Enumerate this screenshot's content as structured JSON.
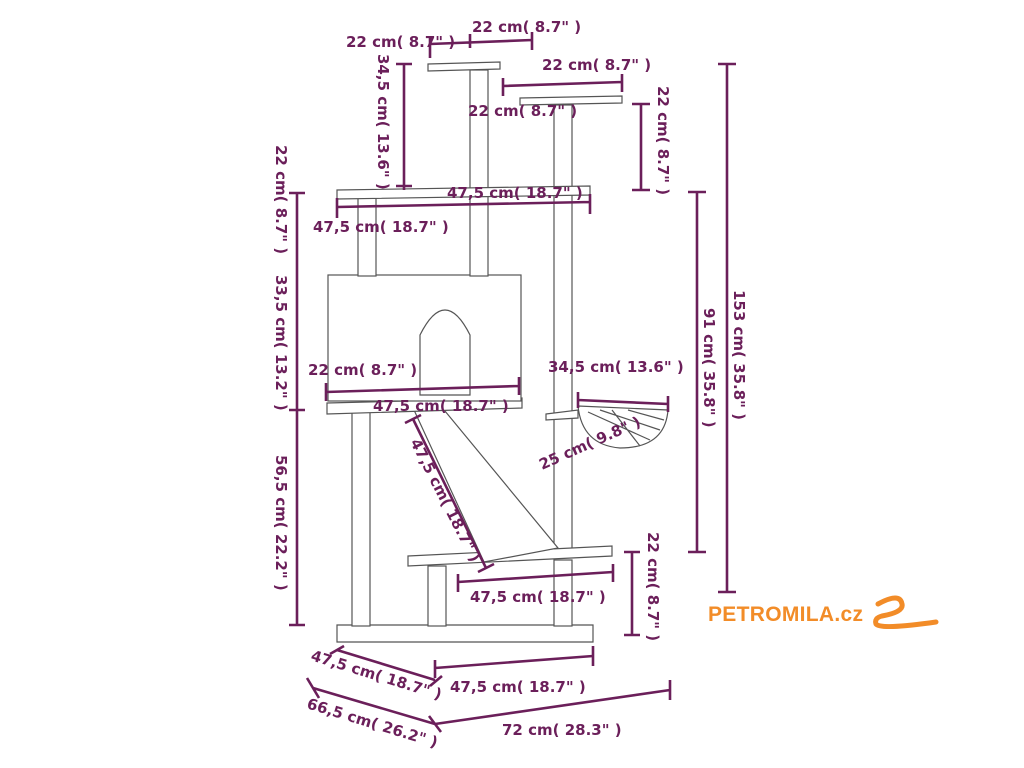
{
  "brand": {
    "name": "PETROMILA.cz",
    "color": "#f28c28"
  },
  "colors": {
    "dimension": "#6b1f5a",
    "outline": "#555555",
    "background": "#ffffff"
  },
  "labels": {
    "top_w1": "22 cm( 8.7\" )",
    "top_w2": "22 cm( 8.7\" )",
    "top_right_w": "22 cm( 8.7\" )",
    "top_right_d": "22 cm( 8.7\" )",
    "top_right_h": "22 cm( 8.7\" )",
    "top_post_h": "34,5 cm( 13.6\" )",
    "platform1_w": "47,5 cm( 18.7\" )",
    "platform1_d": "47,5 cm( 18.7\" )",
    "left_h_top": "22 cm( 8.7\" )",
    "left_h_house": "33,5 cm( 13.2\" )",
    "left_h_bottom": "56,5 cm( 22.2\" )",
    "house_d": "22 cm( 8.7\" )",
    "house_w": "47,5 cm( 18.7\" )",
    "hammock_w": "34,5 cm( 13.6\" )",
    "hammock_d": "25 cm( 9.8\" )",
    "ramp_len": "47,5 cm( 18.7\" )",
    "step_w": "47,5 cm( 18.7\" )",
    "step_h": "22 cm( 8.7\" )",
    "right_h_mid": "91 cm( 35.8\" )",
    "right_h_total": "153 cm( 35.8\" )",
    "base_d": "47,5 cm( 18.7\" )",
    "base_w": "47,5 cm( 18.7\" )",
    "foot_d": "66,5 cm( 26.2\" )",
    "foot_w": "72 cm( 28.3\" )"
  }
}
